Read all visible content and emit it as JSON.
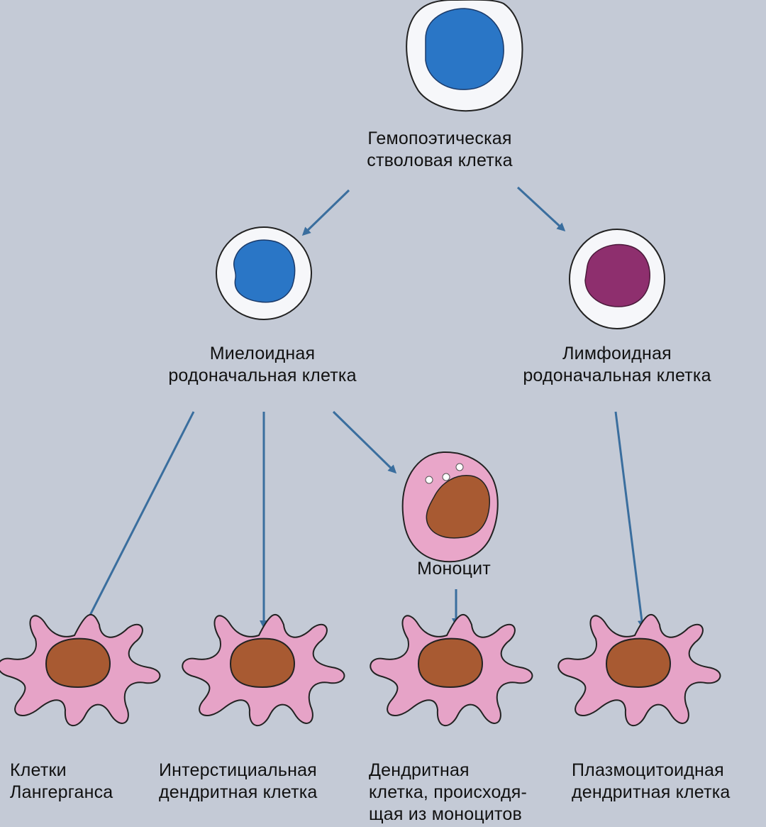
{
  "diagram": {
    "nodes": {
      "stem": {
        "label_line1": "Гемопоэтическая",
        "label_line2": "стволовая клетка"
      },
      "myeloid": {
        "label_line1": "Миелоидная",
        "label_line2": "родоначальная клетка"
      },
      "lymphoid": {
        "label_line1": "Лимфоидная",
        "label_line2": "родоначальная клетка"
      },
      "monocyte": {
        "label": "Моноцит"
      },
      "langerhans": {
        "label_line1": "Клетки",
        "label_line2": "Лангерганса"
      },
      "interstitial": {
        "label_line1": "Интерстициальная",
        "label_line2": "дендритная клетка"
      },
      "monocyte_derived": {
        "label_line1": "Дендритная",
        "label_line2": "клетка, происходя-",
        "label_line3": "щая из моноцитов"
      },
      "plasmacytoid": {
        "label_line1": "Плазмоцитоидная",
        "label_line2": "дендритная клетка"
      }
    },
    "edges": [
      {
        "from": "stem",
        "to": "myeloid"
      },
      {
        "from": "stem",
        "to": "lymphoid"
      },
      {
        "from": "myeloid",
        "to": "langerhans"
      },
      {
        "from": "myeloid",
        "to": "interstitial"
      },
      {
        "from": "myeloid",
        "to": "monocyte"
      },
      {
        "from": "monocyte",
        "to": "monocyte_derived"
      },
      {
        "from": "lymphoid",
        "to": "plasmacytoid"
      }
    ],
    "colors": {
      "arrow": "#3a6e9e",
      "stem_nucleus": "#2a76c6",
      "myeloid_nucleus": "#2a76c6",
      "lymphoid_nucleus": "#8e2f6e",
      "cell_membrane_fill": "#f6f7fa",
      "dendritic_cytoplasm": "#e6a3c7",
      "dendritic_nucleus": "#a85a32",
      "monocyte_cytoplasm": "#e9a6c9",
      "monocyte_nucleus": "#a85a32"
    }
  }
}
